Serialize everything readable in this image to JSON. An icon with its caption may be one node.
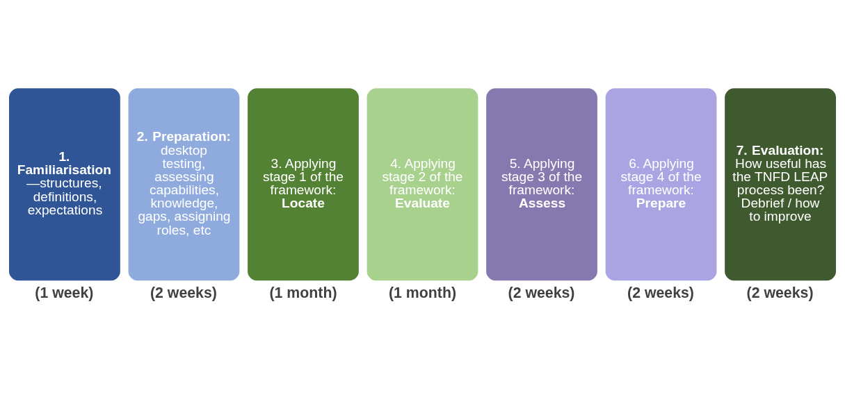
{
  "diagram": {
    "nodes": [
      {
        "text": [
          "**1. Familiarisation**—structures, definitions, expectations"
        ],
        "beside": [
          "(1 week)"
        ]
      },
      {
        "text": [
          "**2. Preparation:** desktop testing, assessing capabilities, knowledge, gaps, assigning roles, etc"
        ],
        "beside": [
          "(2 weeks)"
        ]
      },
      {
        "text": [
          "3. Applying stage 1 of the framework: **Locate**"
        ],
        "beside": [
          "(1 month)"
        ]
      },
      {
        "text": [
          "4. Applying stage 2 of the framework: **Evaluate**"
        ],
        "beside": [
          "(1 month)"
        ]
      },
      {
        "text": [
          "5. Applying stage 3 of the framework: **Assess**"
        ],
        "beside": [
          "(2 weeks)"
        ]
      },
      {
        "text": [
          "6. Applying stage 4 of the framework: **Prepare**"
        ],
        "beside": [
          "(2 weeks)"
        ]
      },
      {
        "text": [
          "**7. Evaluation:** How useful has the TNFD LEAP process been? Debrief / how to improve"
        ],
        "beside": [
          "(2 weeks)"
        ]
      }
    ],
    "edges": []
  }
}
